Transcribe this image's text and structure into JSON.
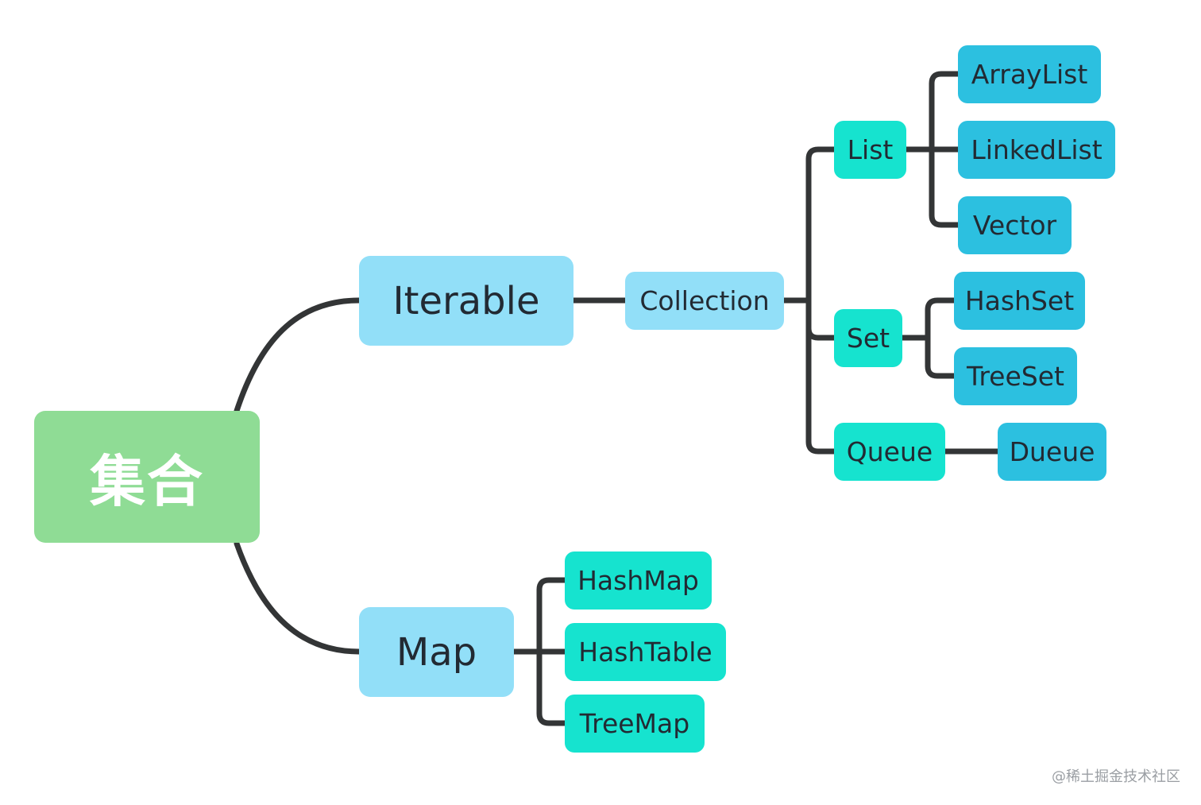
{
  "root": {
    "label": "集合"
  },
  "branches": {
    "iterable": {
      "label": "Iterable",
      "collection": {
        "label": "Collection",
        "list": {
          "label": "List",
          "children": [
            "ArrayList",
            "LinkedList",
            "Vector"
          ]
        },
        "set": {
          "label": "Set",
          "children": [
            "HashSet",
            "TreeSet"
          ]
        },
        "queue": {
          "label": "Queue",
          "children": [
            "Dueue"
          ]
        }
      }
    },
    "map": {
      "label": "Map",
      "children": [
        "HashMap",
        "HashTable",
        "TreeMap"
      ]
    }
  },
  "colors": {
    "root": "#8fdc95",
    "level1": "#92dff8",
    "level2": "#92dff8",
    "level3": "#16e3cf",
    "level4": "#2cc0e0",
    "connector": "#333536"
  },
  "watermark": "@稀土掘金技术社区"
}
